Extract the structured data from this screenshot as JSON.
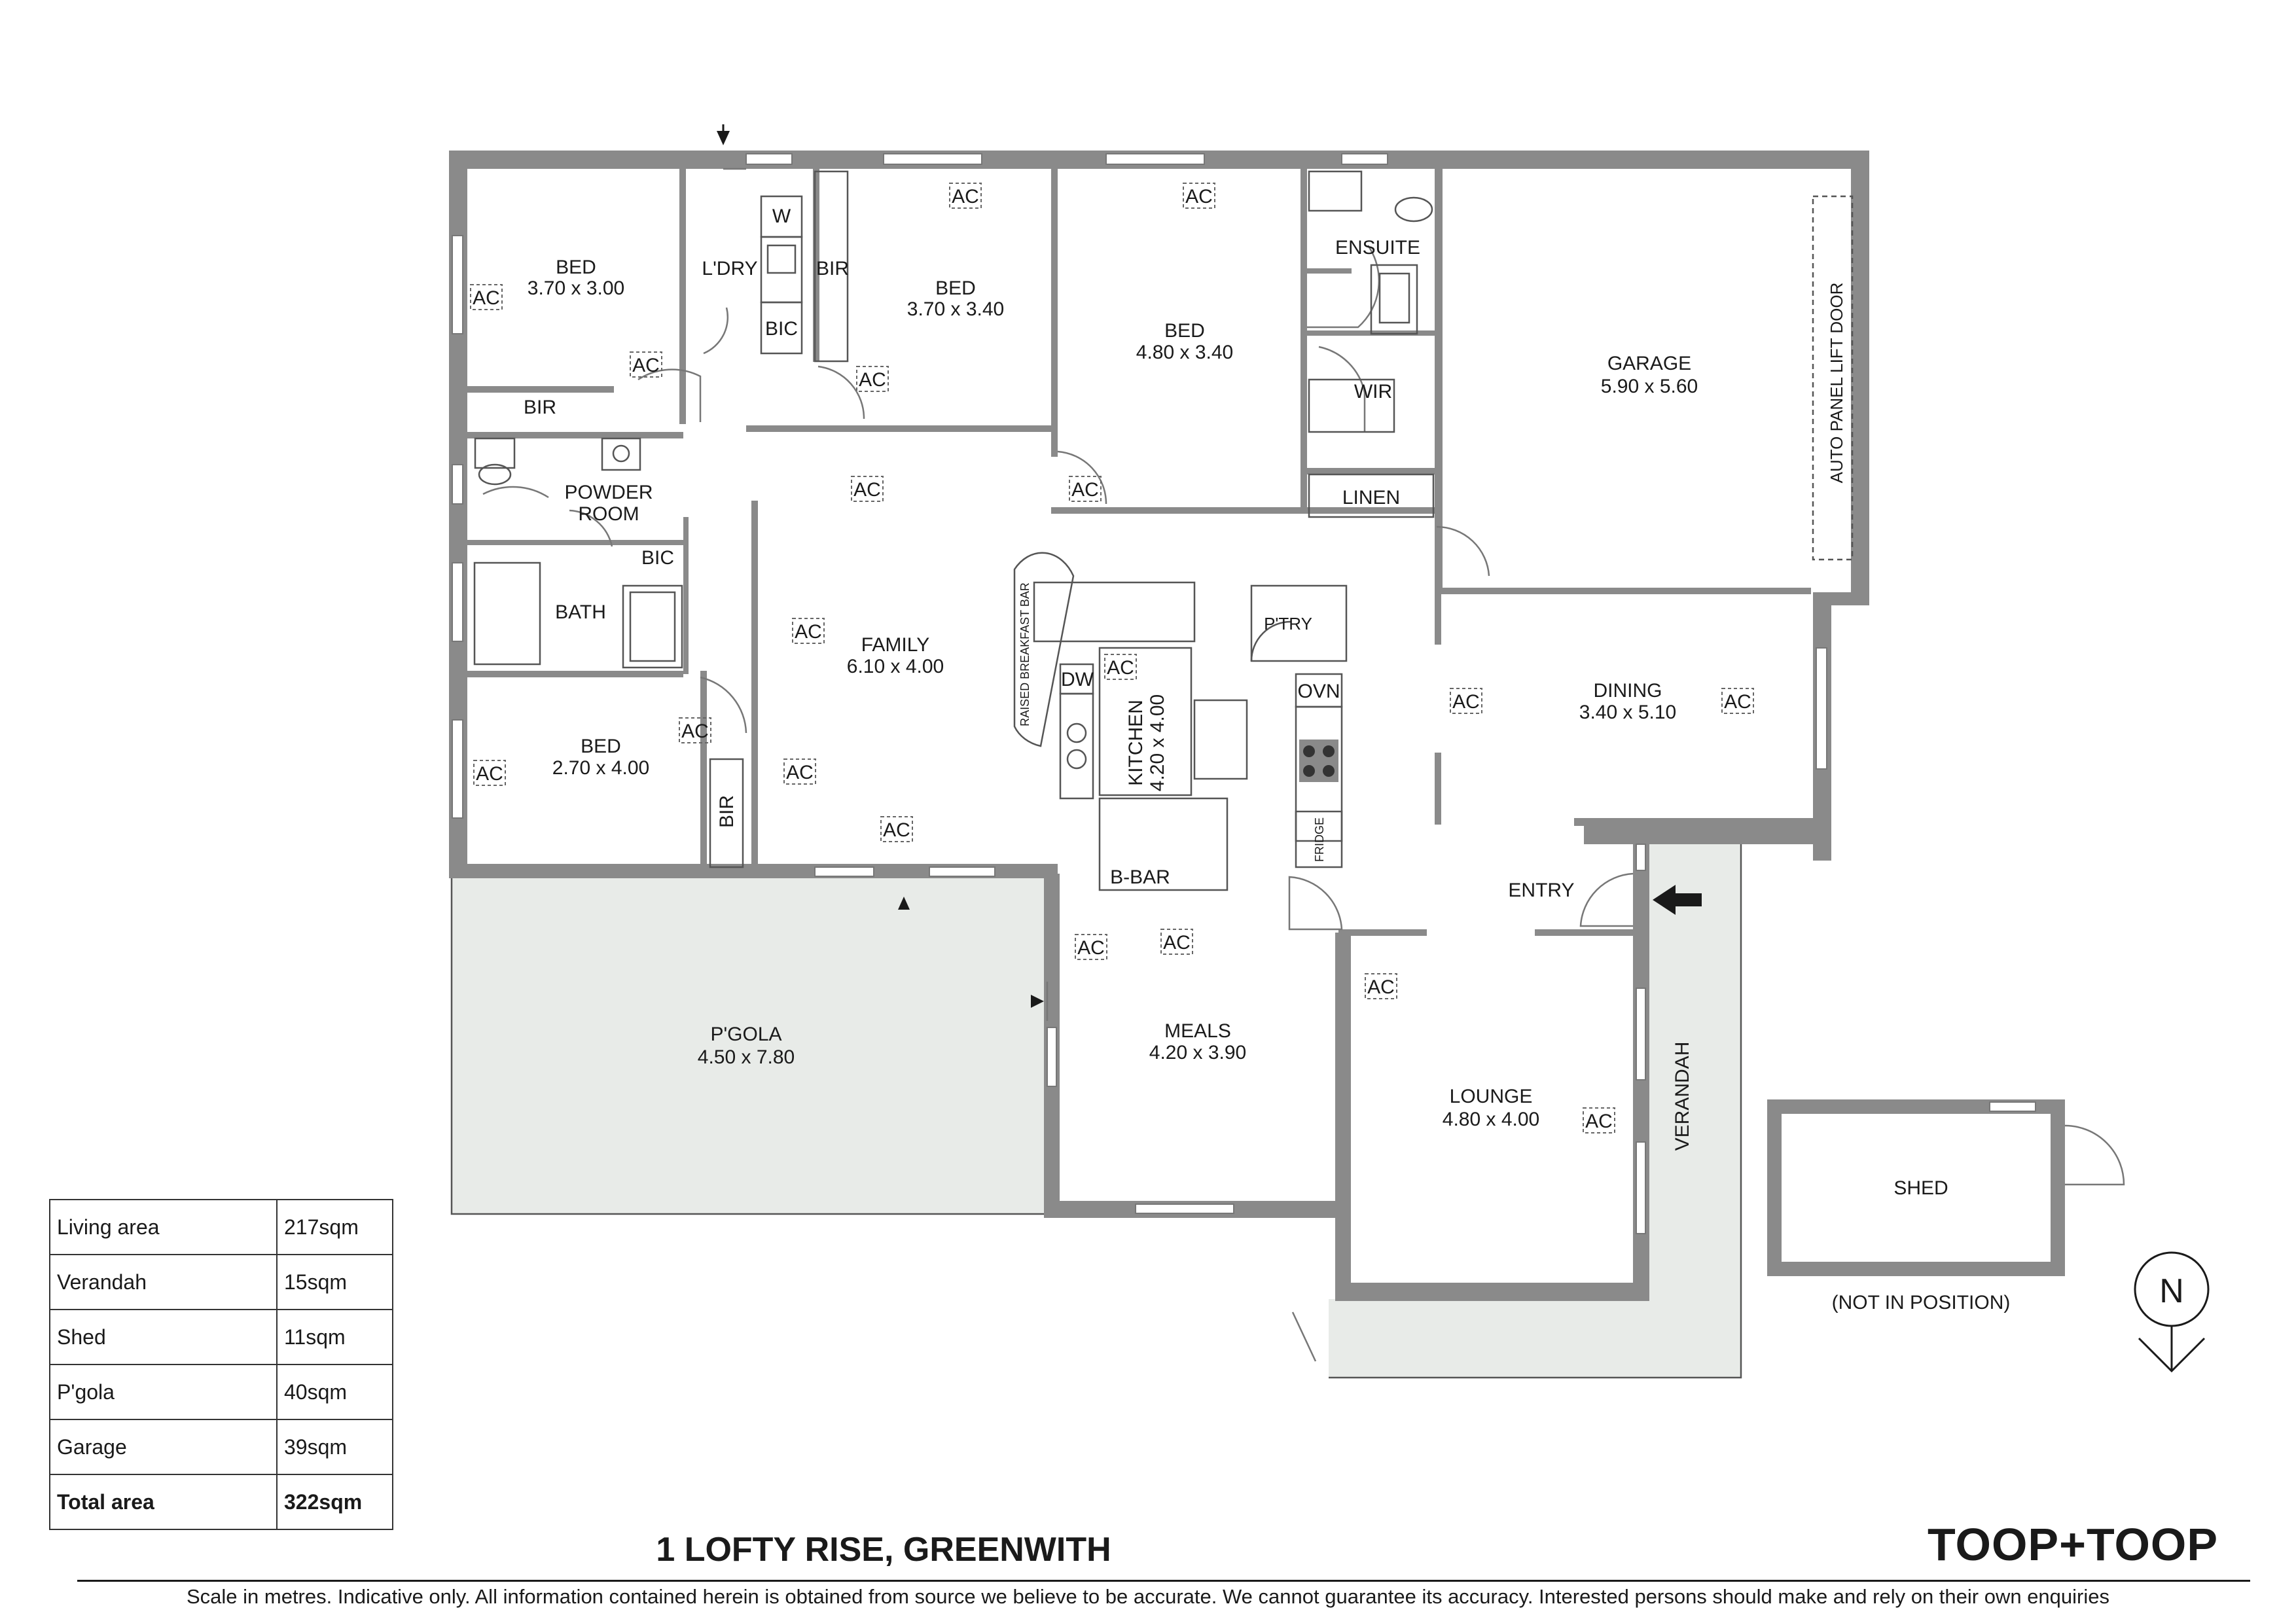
{
  "rooms": {
    "bed1": {
      "name": "BED",
      "dims": "3.70 x 3.00"
    },
    "bed2": {
      "name": "BED",
      "dims": "3.70 x 3.40"
    },
    "bed3": {
      "name": "BED",
      "dims": "4.80 x 3.40"
    },
    "bed4": {
      "name": "BED",
      "dims": "2.70 x 4.00"
    },
    "laundry": {
      "name": "L'DRY"
    },
    "w": {
      "name": "W"
    },
    "bic_laundry": {
      "name": "BIC"
    },
    "bir_bed2": {
      "name": "BIR"
    },
    "bir_bed1": {
      "name": "BIR"
    },
    "bir_bed4": {
      "name": "BIR"
    },
    "bic_bath": {
      "name": "BIC"
    },
    "ensuite": {
      "name": "ENSUITE"
    },
    "wir": {
      "name": "WIR"
    },
    "linen": {
      "name": "LINEN"
    },
    "garage": {
      "name": "GARAGE",
      "dims": "5.90 x 5.60"
    },
    "garage_door": {
      "name": "AUTO PANEL LIFT DOOR"
    },
    "powder": {
      "name": "POWDER",
      "name2": "ROOM"
    },
    "bath": {
      "name": "BATH"
    },
    "family": {
      "name": "FAMILY",
      "dims": "6.10 x 4.00"
    },
    "breakfast_bar": {
      "name": "RAISED BREAKFAST BAR"
    },
    "dw": {
      "name": "DW"
    },
    "kitchen": {
      "name": "KITCHEN",
      "dims": "4.20 x 4.00"
    },
    "pantry": {
      "name": "P'TRY"
    },
    "oven": {
      "name": "OVN"
    },
    "fridge": {
      "name": "FRIDGE"
    },
    "bbar": {
      "name": "B-BAR"
    },
    "dining": {
      "name": "DINING",
      "dims": "3.40 x 5.10"
    },
    "entry": {
      "name": "ENTRY"
    },
    "meals": {
      "name": "MEALS",
      "dims": "4.20 x 3.90"
    },
    "pergola": {
      "name": "P'GOLA",
      "dims": "4.50 x 7.80"
    },
    "lounge": {
      "name": "LOUNGE",
      "dims": "4.80 x 4.00"
    },
    "verandah": {
      "name": "VERANDAH"
    },
    "shed": {
      "name": "SHED",
      "note": "(NOT IN POSITION)"
    }
  },
  "ac_label": "AC",
  "compass": {
    "letter": "N"
  },
  "area_table": [
    {
      "label": "Living area",
      "value": "217sqm"
    },
    {
      "label": "Verandah",
      "value": "15sqm"
    },
    {
      "label": "Shed",
      "value": "11sqm"
    },
    {
      "label": "P'gola",
      "value": "40sqm"
    },
    {
      "label": "Garage",
      "value": "39sqm"
    },
    {
      "label": "Total area",
      "value": "322sqm"
    }
  ],
  "address": "1 LOFTY RISE, GREENWITH",
  "brand": "TOOP+TOOP",
  "disclaimer": "Scale in metres. Indicative only. All information contained herein is obtained from source we believe to be accurate. We cannot guarantee its accuracy. Interested persons should make and rely on their own enquiries",
  "colors": {
    "wall": "#8a8a8a",
    "outdoor": "#e8ebe8",
    "text": "#1a1a1a"
  }
}
